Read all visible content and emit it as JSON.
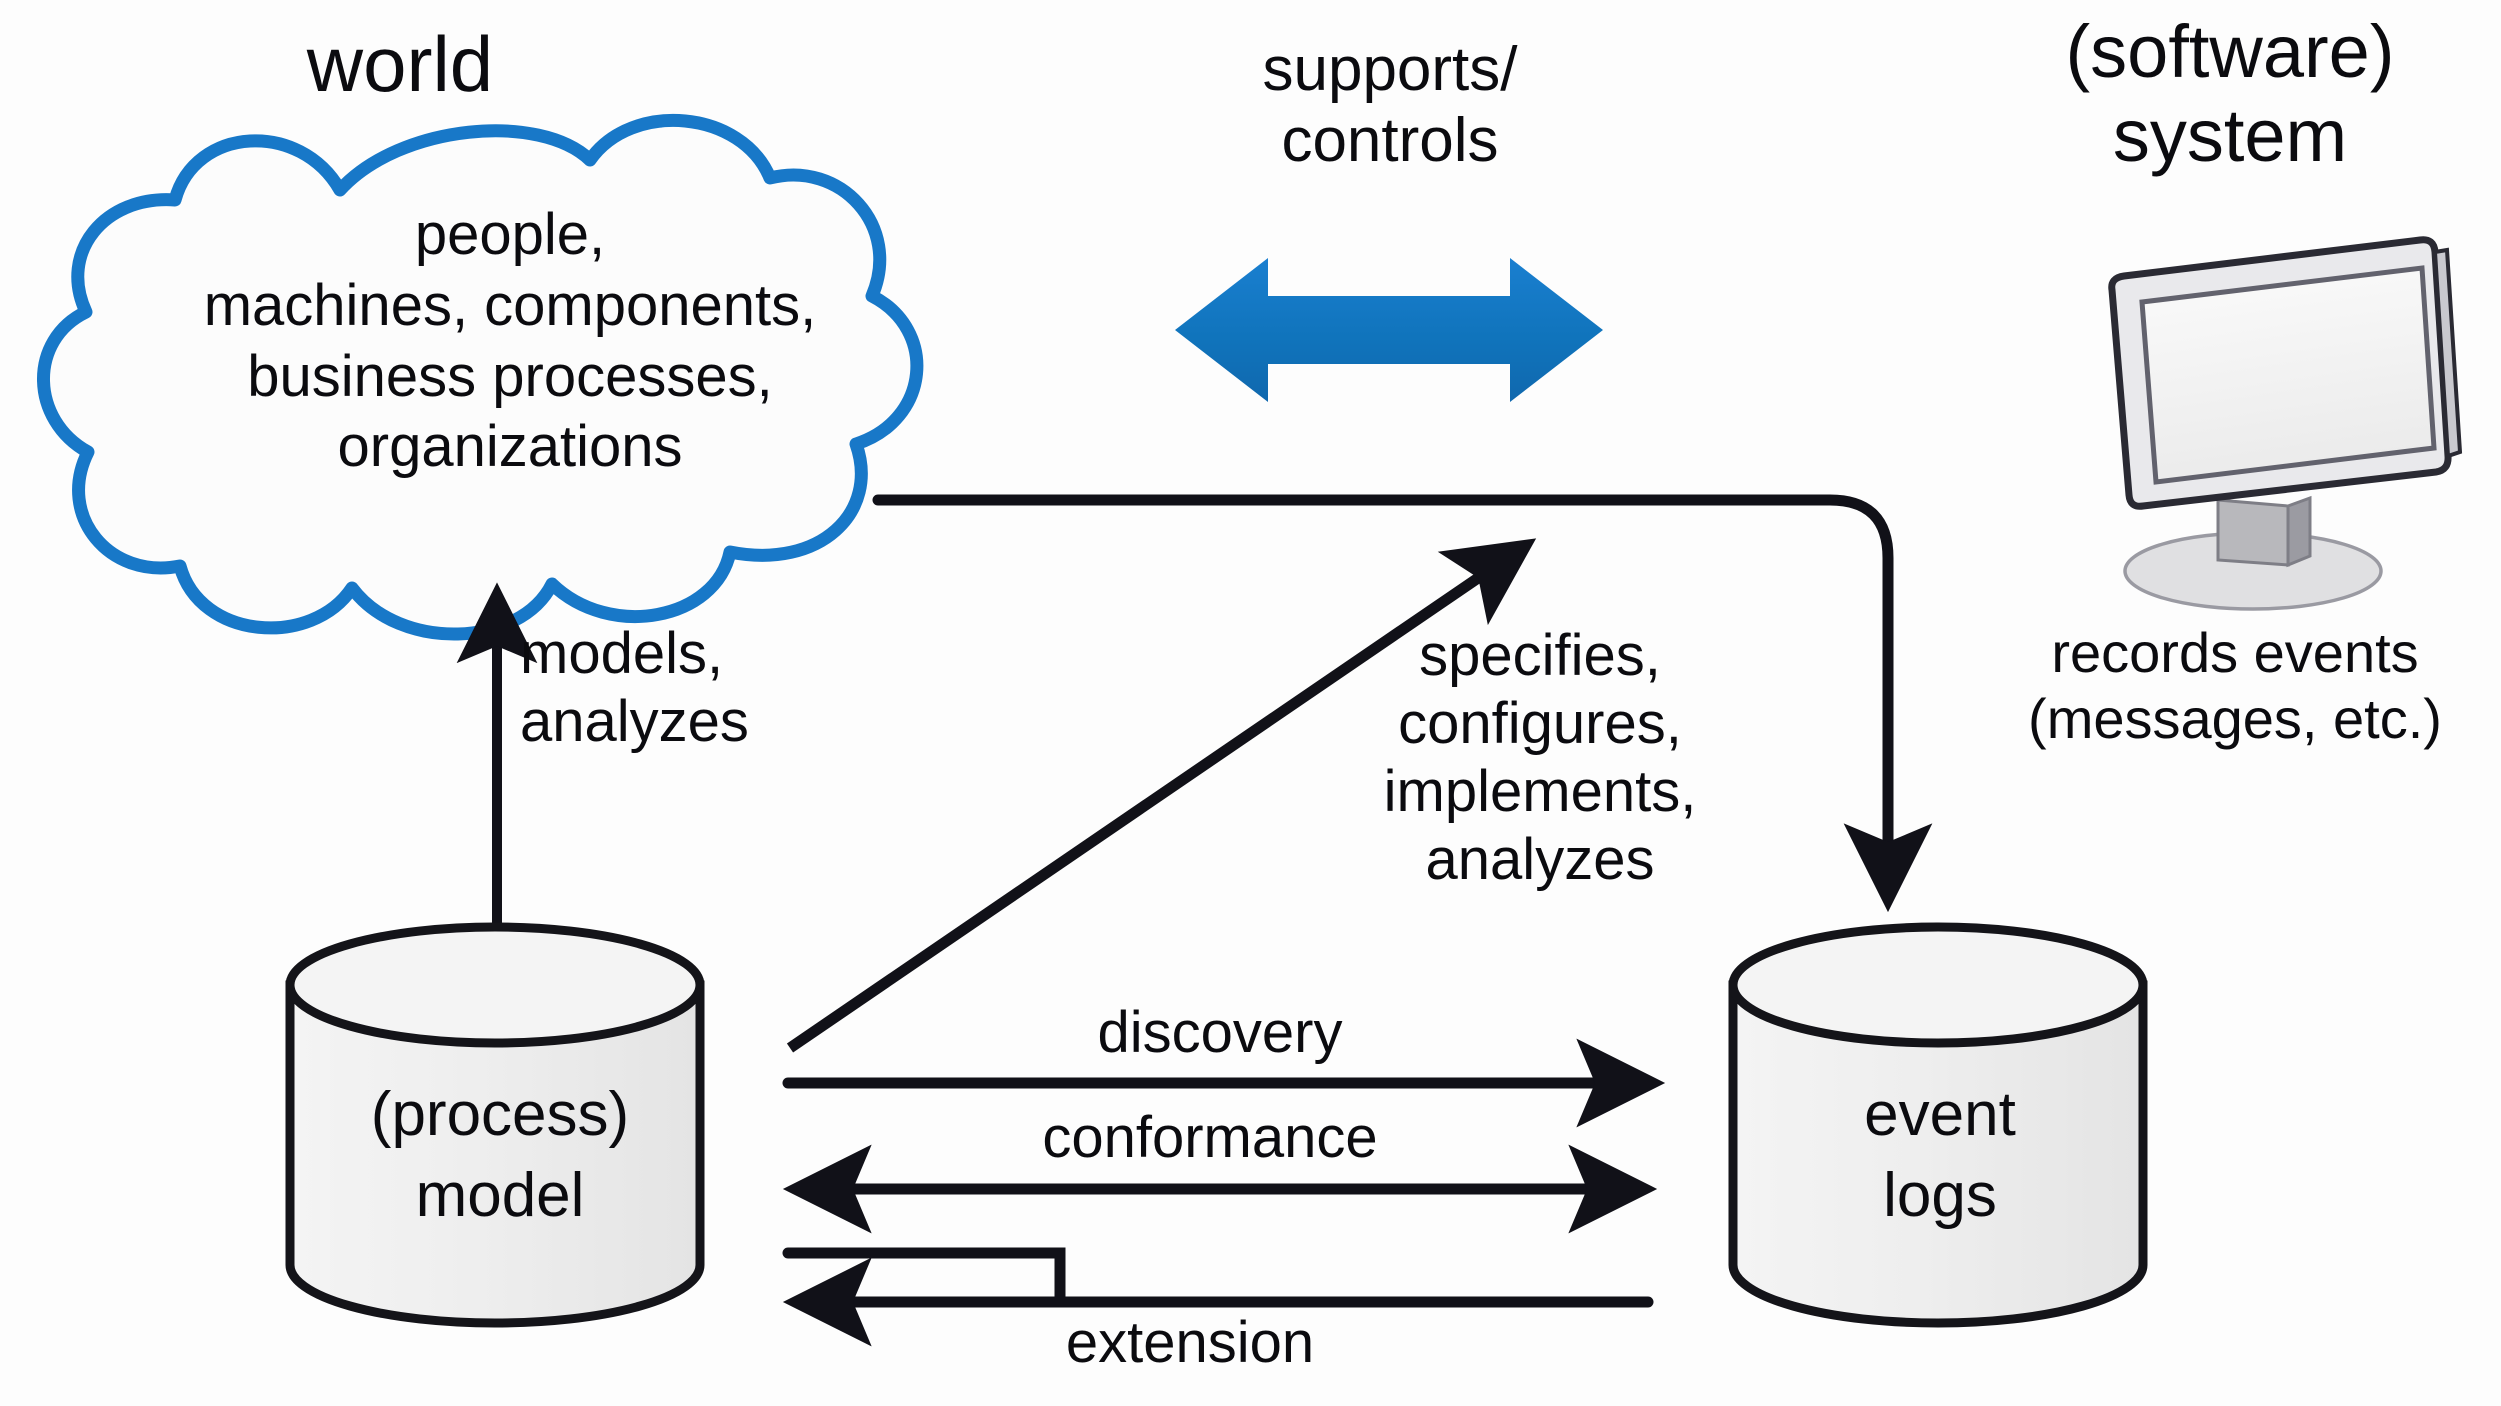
{
  "diagram": {
    "title_world": "world",
    "title_system": "(software)\nsystem",
    "supports_controls": "supports/\ncontrols",
    "cloud_text": "people,\nmachines, components,\nbusiness processes,\norganizations",
    "model_caption": "(process)\nmodel",
    "logs_caption": "event\nlogs",
    "edge_models_analyzes": "models,\nanalyzes",
    "edge_specifies": "specifies,\nconfigures,\nimplements,\nanalyzes",
    "edge_records_events": "records events\n(messages, etc.)",
    "edge_discovery": "discovery",
    "edge_conformance": "conformance",
    "edge_extension": "extension",
    "colors": {
      "cloud_stroke": "#1878C8",
      "blue_arrow": "#1074BC",
      "ink": "#111118",
      "cylinder_fill": "#efefef",
      "background": "#fdfdfd"
    }
  }
}
